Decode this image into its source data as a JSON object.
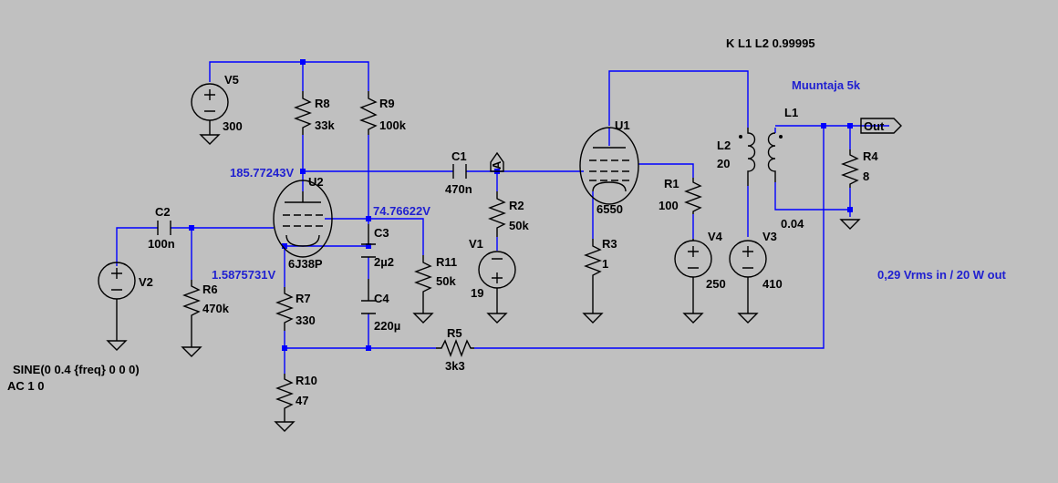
{
  "directives": {
    "coupling": "K L1 L2 0.99995",
    "transformer": "Muuntaja 5k",
    "spec": "0,29 Vrms in / 20 W out",
    "sine": "SINE(0 0.4 {freq} 0 0 0)",
    "ac": "AC 1 0"
  },
  "voltages": {
    "plate_u2": "185.77243V",
    "screen_u2": "74.76622V",
    "cathode_u2": "1.5875731V"
  },
  "components": {
    "V5": {
      "name": "V5",
      "value": "300"
    },
    "R8": {
      "name": "R8",
      "value": "33k"
    },
    "R9": {
      "name": "R9",
      "value": "100k"
    },
    "C1": {
      "name": "C1",
      "value": "470n"
    },
    "A": {
      "name": "A"
    },
    "U2": {
      "name": "U2",
      "value": "6J38P"
    },
    "C2": {
      "name": "C2",
      "value": "100n"
    },
    "V2": {
      "name": "V2"
    },
    "R6": {
      "name": "R6",
      "value": "470k"
    },
    "C3": {
      "name": "C3",
      "value": "2µ2"
    },
    "C4": {
      "name": "C4",
      "value": "220µ"
    },
    "R11": {
      "name": "R11",
      "value": "50k"
    },
    "R7": {
      "name": "R7",
      "value": "330"
    },
    "R10": {
      "name": "R10",
      "value": "47"
    },
    "R5": {
      "name": "R5",
      "value": "3k3"
    },
    "R2": {
      "name": "R2",
      "value": "50k"
    },
    "V1": {
      "name": "V1",
      "value": "19"
    },
    "U1": {
      "name": "U1",
      "value": "6550"
    },
    "R3": {
      "name": "R3",
      "value": "1"
    },
    "R1": {
      "name": "R1",
      "value": "100"
    },
    "V4": {
      "name": "V4",
      "value": "250"
    },
    "V3": {
      "name": "V3",
      "value": "410"
    },
    "L2": {
      "name": "L2",
      "value": "20"
    },
    "L1": {
      "name": "L1",
      "value": "0.04"
    },
    "R4": {
      "name": "R4",
      "value": "8"
    },
    "Out": {
      "name": "Out"
    }
  },
  "colors": {
    "background": "#c0c0c0",
    "wire": "#0000ff",
    "symbol": "#000000",
    "annotation": "#2020d0"
  }
}
